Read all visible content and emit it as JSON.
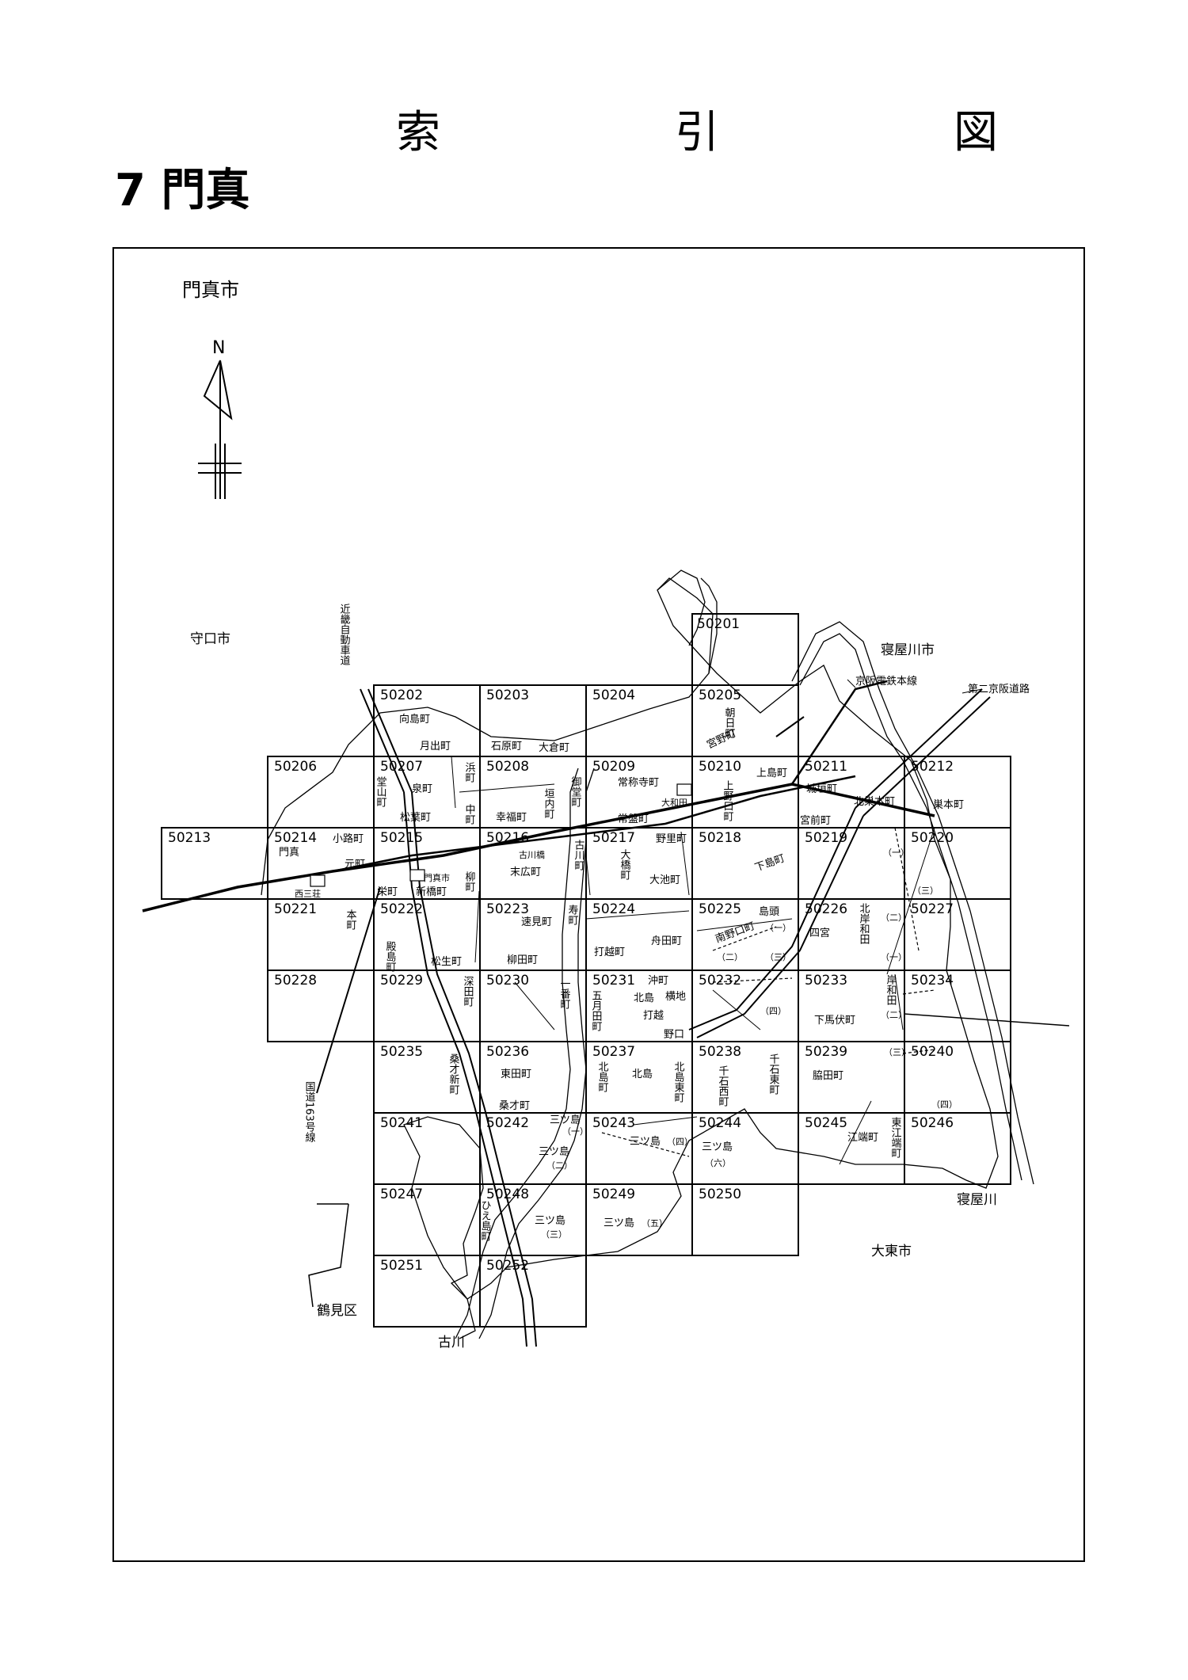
{
  "page": {
    "title": "索　引　図",
    "section": "7 門真"
  },
  "map": {
    "city_name": "門真市",
    "north_label": "N",
    "neighbors": {
      "moriguchi": "守口市",
      "neyagawa_city": "寝屋川市",
      "daito": "大東市",
      "tsurumi": "鶴見区",
      "neyagawa_river": "寝屋川",
      "furukawa": "古川"
    },
    "routes": {
      "kintetsu_expressway": "近畿自動車道",
      "route163": "国道163号線",
      "keihan_line": "京阪電鉄本線",
      "second_keihan": "第二京阪道路"
    },
    "stations": {
      "kadomashi": "門真市",
      "nishisanso": "西三荘",
      "furukawabashi": "古川橋",
      "owada": "大和田"
    },
    "tiles": [
      "50201",
      "50202",
      "50203",
      "50204",
      "50205",
      "50206",
      "50207",
      "50208",
      "50209",
      "50210",
      "50211",
      "50212",
      "50213",
      "50214",
      "50215",
      "50216",
      "50217",
      "50218",
      "50219",
      "50220",
      "50221",
      "50222",
      "50223",
      "50224",
      "50225",
      "50226",
      "50227",
      "50228",
      "50229",
      "50230",
      "50231",
      "50232",
      "50233",
      "50234",
      "50235",
      "50236",
      "50237",
      "50238",
      "50239",
      "50240",
      "50241",
      "50242",
      "50243",
      "50244",
      "50245",
      "50246",
      "50247",
      "50248",
      "50249",
      "50250",
      "50251",
      "50252"
    ],
    "towns": {
      "mukaijima": "向島町",
      "tsukide": "月出町",
      "ishihara": "石原町",
      "okura": "大倉町",
      "asahi": "朝日町",
      "miyano": "宮野町",
      "dosan": "堂山町",
      "izumi": "泉町",
      "matsuba": "松葉町",
      "hama": "浜町",
      "naka": "中町",
      "kofuku": "幸福町",
      "kakiuchi": "垣内町",
      "mido": "御堂町",
      "joshoji": "常称寺町",
      "joban": "常盤町",
      "kaminoguchi": "上野口町",
      "kamishima": "上島町",
      "shirogaki": "城垣町",
      "kitasumoto": "北巣本町",
      "sumoto": "巣本町",
      "miyamae": "宮前町",
      "kojimichi": "小路町",
      "kadoma": "門真",
      "moto": "元町",
      "sakae": "栄町",
      "shinbashi": "新橋町",
      "yanagi": "柳町",
      "suehiro": "末広町",
      "furukawa_cho": "古川町",
      "ohashi": "大橋町",
      "nozato": "野里町",
      "oike": "大池町",
      "shimoshima": "下島町",
      "hon": "本町",
      "tonoshima": "殿島町",
      "matsuo": "松生町",
      "hayami": "速見町",
      "kotobuki": "寿町",
      "yanagida": "柳田町",
      "uchikoshi": "打越町",
      "funada": "舟田町",
      "minaminoguchi": "南野口町",
      "shimagashira": "島頭",
      "shinomiya": "四宮",
      "kitakishiwada": "北岸和田",
      "fukada": "深田町",
      "ichiban": "一番町",
      "satsuki": "五月田町",
      "okimachi": "沖町",
      "kitajima": "北島",
      "yokochi": "横地",
      "uchikoshi2": "打越",
      "noguchi": "野口",
      "kishiwada": "岸和田",
      "shimobafushi": "下馬伏町",
      "kuwasaishin": "桑才新町",
      "higashida": "東田町",
      "kuwasai": "桑才町",
      "kitajima_cho": "北島町",
      "kitajima_higashi": "北島東町",
      "chitose_nishi": "千石西町",
      "chitose_higashi": "千石東町",
      "wakida": "脇田町",
      "mitsushima": "三ツ島",
      "ebata": "江端町",
      "higashi_ebata": "東江端町",
      "hiejima": "ひえ島町"
    },
    "chome": {
      "one": "（一）",
      "two": "（二）",
      "three": "（三）",
      "four": "（四）",
      "five": "（五）",
      "six": "（六）"
    }
  }
}
